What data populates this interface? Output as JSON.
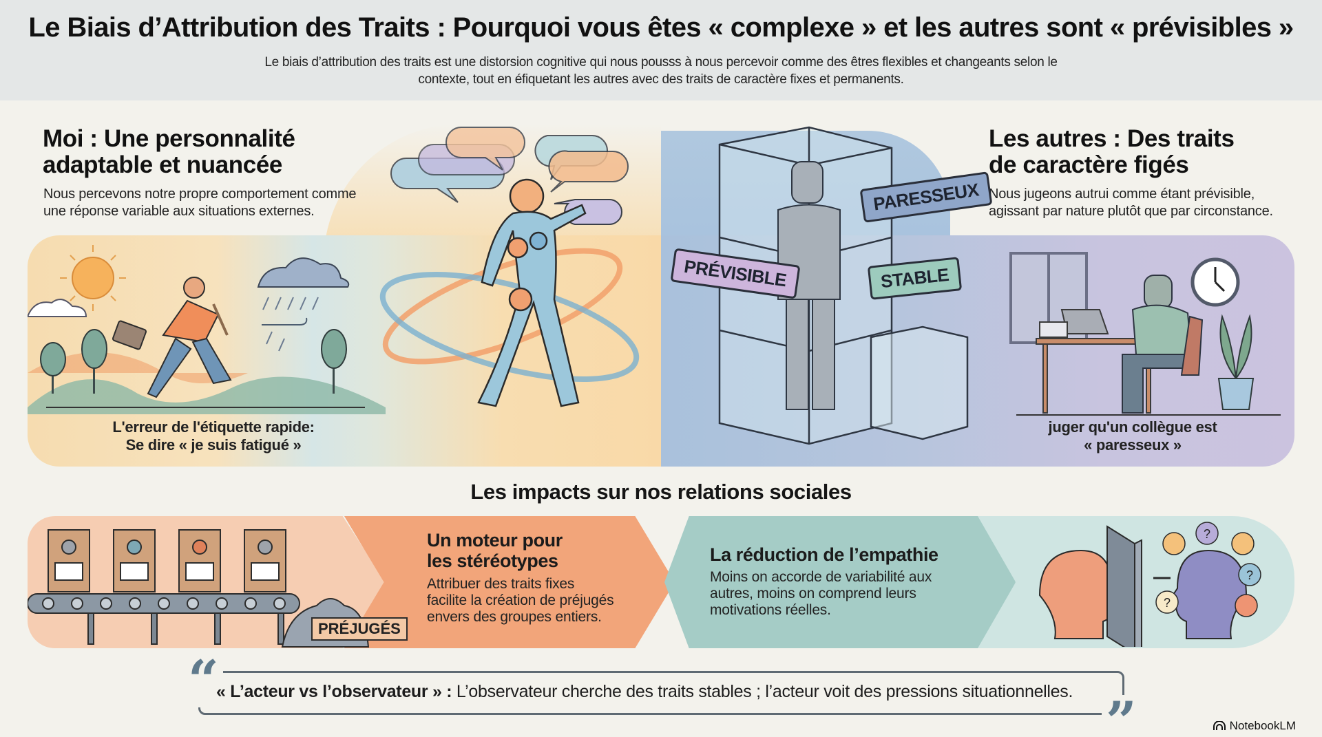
{
  "header": {
    "title": "Le Biais d’Attribution des Traits : Pourquoi vous êtes « complexe » et les autres sont « prévisibles »",
    "subtitle": "Le biais d’attribution des traits est une distorsion cognitive qui nous pousss à nous percevoir comme des êtres flexibles et changeants selon le contexte, tout en éfiquetant les autres avec des traits de caractère fixes et permanents."
  },
  "self_section": {
    "title_line1": "Moi : Une personnalité",
    "title_line2": "adaptable et nuancée",
    "desc_line1": "Nous percevons notre propre comportement comme",
    "desc_line2": "une réponse variable aux situations externes.",
    "caption_line1": "L'erreur de l'étiquette rapide:",
    "caption_line2": "Se dire « je suis fatigué »"
  },
  "others_section": {
    "title_line1": "Les autres : Des traits",
    "title_line2": "de caractère figés",
    "desc_line1": "Nous jugeons autrui comme étant prévisible,",
    "desc_line2": "agissant par nature plutôt que par circonstance.",
    "tags": [
      "PARESSEUX",
      "PRÉVISIBLE",
      "STABLE"
    ],
    "caption_line1": "juger qu'un collègue est",
    "caption_line2": "« paresseux »"
  },
  "impacts": {
    "title": "Les impacts sur nos relations sociales",
    "pile_label": "PRÉJUGÉS",
    "items": [
      {
        "title_line1": "Un moteur pour",
        "title_line2": "les stéréotypes",
        "desc_line1": "Attribuer des traits fixes",
        "desc_line2": "facilite la création de préjugés",
        "desc_line3": "envers des groupes entiers."
      },
      {
        "title_line1": "La réduction de l’empathie",
        "desc_line1": "Moins on accorde de variabilité aux",
        "desc_line2": "autres, moins on comprend leurs",
        "desc_line3": "motivations réelles."
      }
    ]
  },
  "quote": {
    "open_mark": "“",
    "close_mark": "”",
    "bold": "« L’acteur vs l’observateur » :",
    "text": " L’observateur cherche des traits stables ; l’acteur voit des pressions situationnelles."
  },
  "brand": {
    "name": "NotebookLM",
    "icon": "notebooklm-logo-icon"
  },
  "colors": {
    "header_bg": "#e4e7e7",
    "page_bg": "#f3f2ec",
    "warm_orange": "#f2a57a",
    "peach": "#f6cdb2",
    "teal": "#a5ccc6",
    "mint": "#cfe5e2",
    "blue": "#a9c1dc",
    "lavender": "#cbc3df",
    "tag_paresseux": "#8fa6c9",
    "tag_previsible": "#cdb5dc",
    "tag_stable": "#9dcbbd"
  }
}
